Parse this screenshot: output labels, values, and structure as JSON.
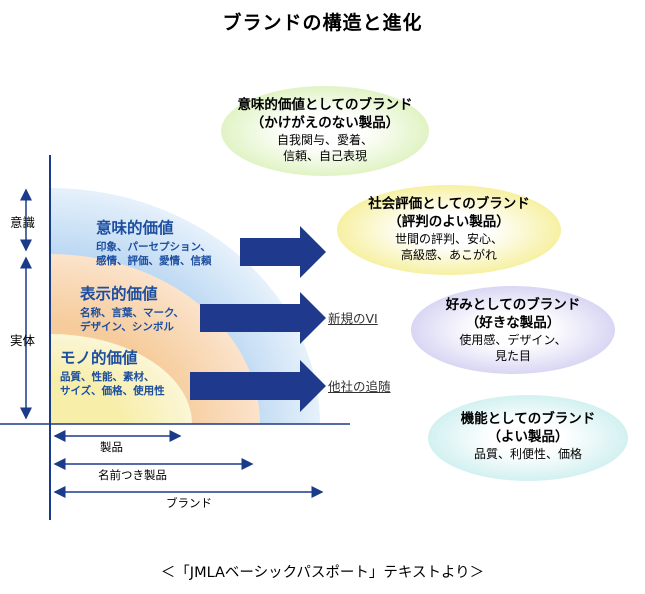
{
  "title": "ブランドの構造と進化",
  "caption": "＜「JMLAベーシックパスポート」テキストより＞",
  "y_axis": {
    "upper": "意識",
    "lower": "実体"
  },
  "bands": [
    {
      "title": "意味的価値",
      "lines": [
        "印象、パーセプション、",
        "感情、評価、愛情、信頼"
      ],
      "color": "#cfe4f8"
    },
    {
      "title": "表示的価値",
      "lines": [
        "名称、言葉、マーク、",
        "デザイン、シンボル"
      ],
      "color": "#f8d7b6"
    },
    {
      "title": "モノ的価値",
      "lines": [
        "品質、性能、素材、",
        "サイズ、価格、使用性"
      ],
      "color": "#f8f0b8"
    }
  ],
  "arrow_labels": {
    "new_vi": "新規のVI",
    "follow": "他社の追随"
  },
  "x_ranges": [
    {
      "label": "製品"
    },
    {
      "label": "名前つき製品"
    },
    {
      "label": "ブランド"
    }
  ],
  "bubbles": [
    {
      "title": "意味的価値としてのブランド",
      "subtitle": "（かけがえのない製品）",
      "lines": [
        "自我関与、愛着、",
        "信頼、自己表現"
      ],
      "color": "#e4f6c8"
    },
    {
      "title": "社会評価としてのブランド",
      "subtitle": "（評判のよい製品）",
      "lines": [
        "世間の評判、安心、",
        "高級感、あこがれ"
      ],
      "color": "#f8f2a8"
    },
    {
      "title": "好みとしてのブランド",
      "subtitle": "（好きな製品）",
      "lines": [
        "使用感、デザイン、",
        "見た目"
      ],
      "color": "#e0def6"
    },
    {
      "title": "機能としてのブランド",
      "subtitle": "（よい製品）",
      "lines": [
        "品質、利便性、価格"
      ],
      "color": "#d8f0f0"
    }
  ]
}
